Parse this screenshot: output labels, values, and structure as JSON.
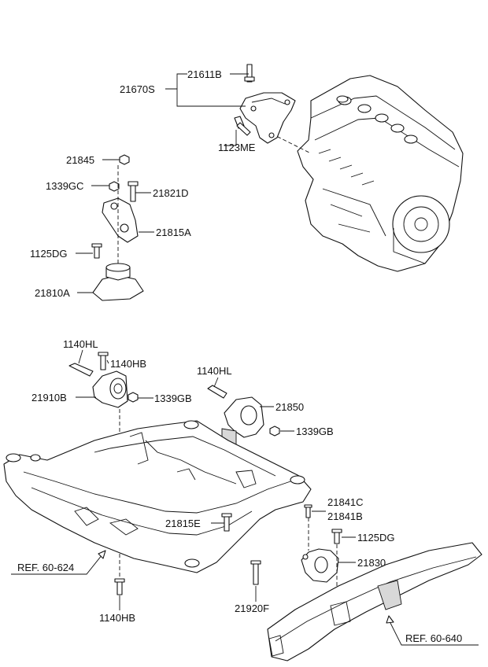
{
  "labels": {
    "p21611B": "21611B",
    "p21670S": "21670S",
    "p1123ME": "1123ME",
    "p21845": "21845",
    "p1339GC": "1339GC",
    "p21821D": "21821D",
    "p21815A": "21815A",
    "p1125DG_top": "1125DG",
    "p21810A": "21810A",
    "p1140HL_left": "1140HL",
    "p1140HB_top": "1140HB",
    "p21910B": "21910B",
    "p1339GB_left": "1339GB",
    "p1140HL_mid": "1140HL",
    "p21850": "21850",
    "p1339GB_right": "1339GB",
    "p21841C": "21841C",
    "p21841B": "21841B",
    "p1125DG_bottom": "1125DG",
    "p21815E": "21815E",
    "p21830": "21830",
    "p21920F": "21920F",
    "p1140HB_bottom": "1140HB",
    "ref_left": "REF. 60-624",
    "ref_right": "REF. 60-640"
  },
  "icons": [
    "engine-block",
    "engine-mount-bracket",
    "bolt",
    "nut",
    "insulator",
    "subframe",
    "side-member"
  ]
}
